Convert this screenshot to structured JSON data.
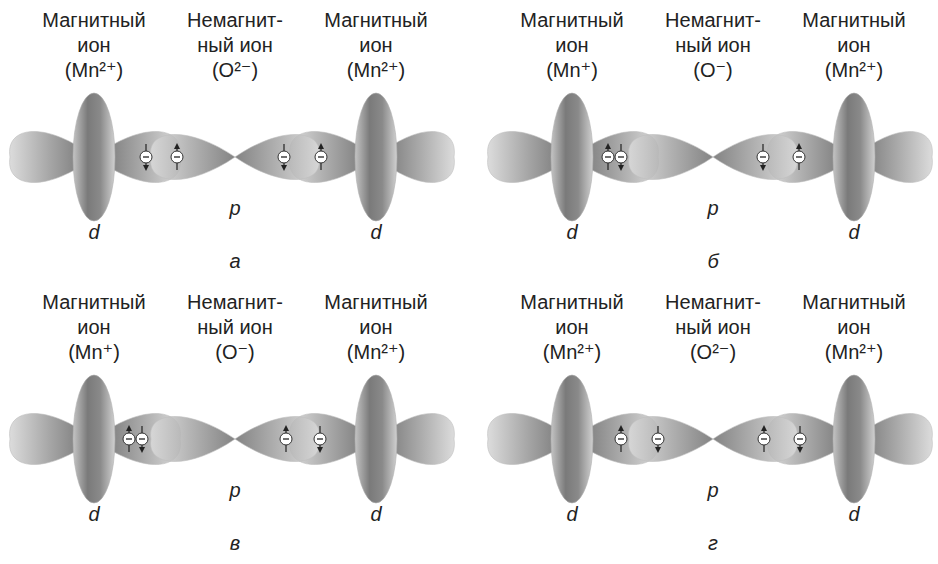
{
  "diagram": {
    "labels": [
      "Магнитный ион",
      "(Mn²⁺)",
      "Немагнит- ный ион",
      "(O²⁻)",
      "Магнитный ион",
      "(Mn²⁺)",
      "d",
      "p",
      "d",
      "а",
      "Магнитный ион",
      "(Mn⁺)",
      "Немагнит- ный ион",
      "(O⁻)",
      "Магнитный ион",
      "(Mn²⁺)",
      "d",
      "p",
      "d",
      "б",
      "Магнитный ион",
      "(Mn⁺)",
      "Немагнит- ный ион",
      "(O⁻)",
      "Магнитный ион",
      "(Mn²⁺)",
      "d",
      "p",
      "d",
      "в",
      "Магнитный ион",
      "(Mn²⁺)",
      "Немагнит- ный ион",
      "(O²⁻)",
      "Магнитный ион",
      "(Mn²⁺)",
      "d",
      "p",
      "d",
      "г"
    ]
  }
}
